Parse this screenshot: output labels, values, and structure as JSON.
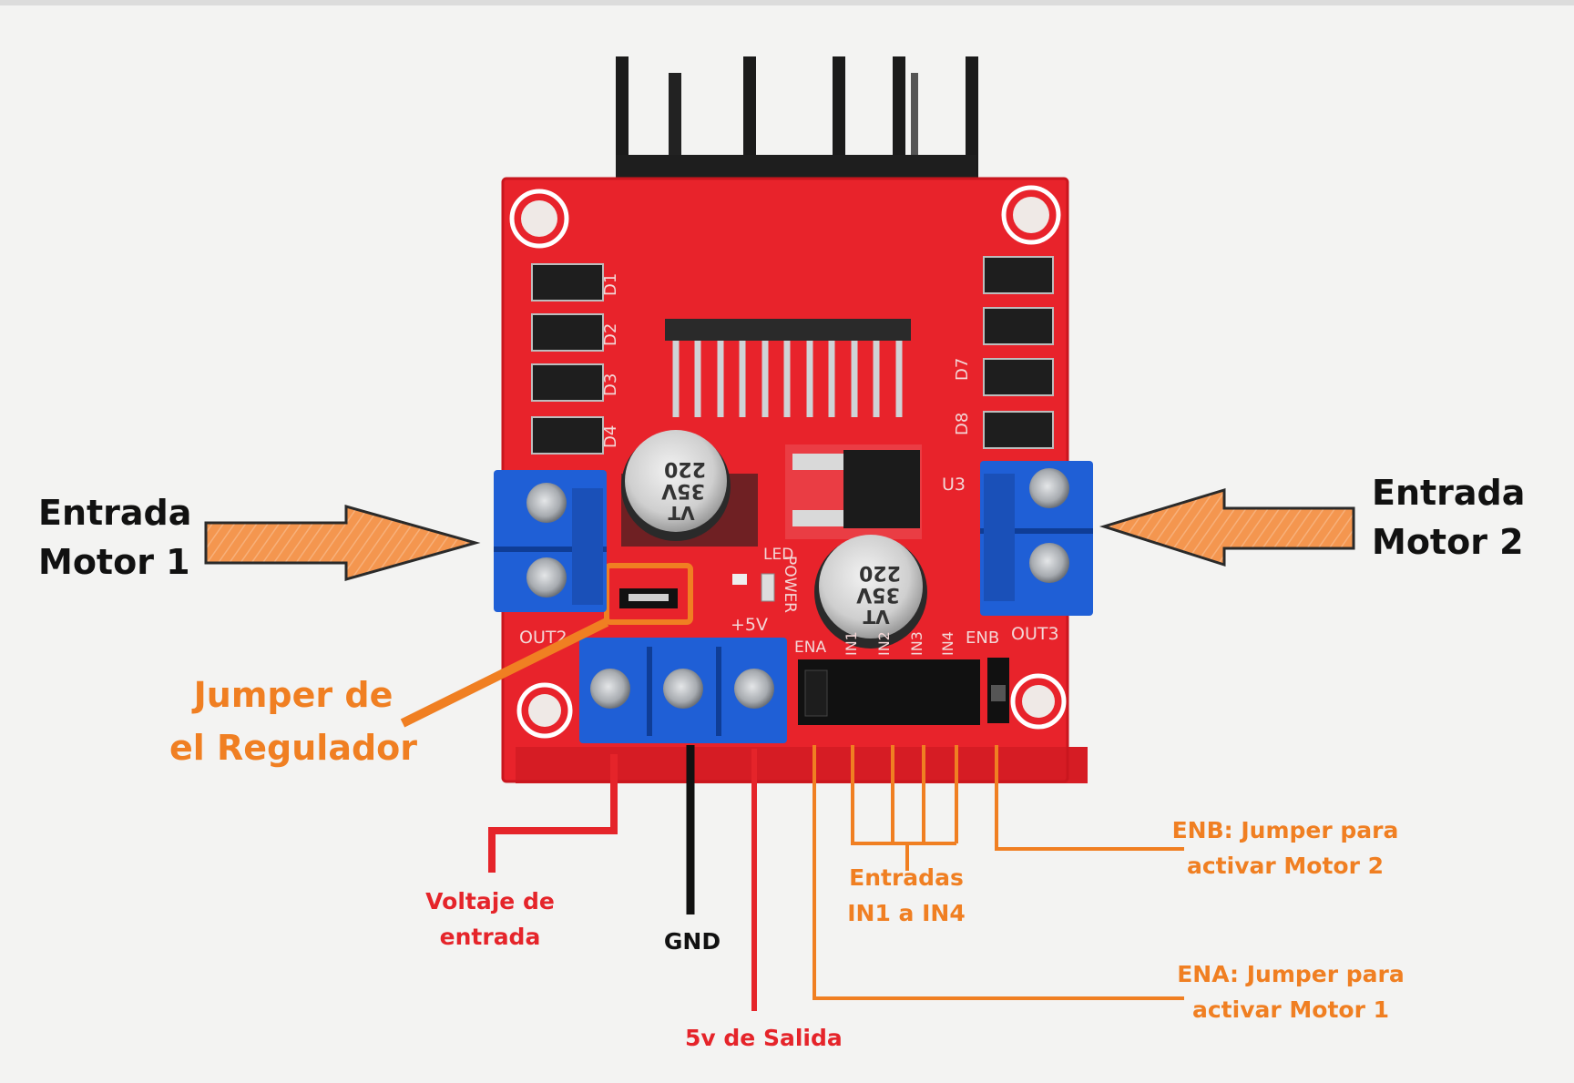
{
  "labels": {
    "motor1_line1": "Entrada",
    "motor1_line2": "Motor 1",
    "motor2_line1": "Entrada",
    "motor2_line2": "Motor 2",
    "jumper_line1": "Jumper de",
    "jumper_line2": "el Regulador",
    "vin_line1": "Voltaje de",
    "vin_line2": "entrada",
    "gnd": "GND",
    "out5v": "5v de Salida",
    "inputs_line1": "Entradas",
    "inputs_line2": "IN1 a IN4",
    "enb_line1": "ENB: Jumper para",
    "enb_line2": "activar Motor 2",
    "ena_line1": "ENA: Jumper para",
    "ena_line2": "activar Motor 1"
  },
  "silkscreen": {
    "d1": "D1",
    "d2": "D2",
    "d3": "D3",
    "d4": "D4",
    "d7": "D7",
    "d8": "D8",
    "u3": "U3",
    "led": "LED",
    "power": "POWER",
    "plus5v": "+5V",
    "out2": "OUT2",
    "out3": "OUT3",
    "ena": "ENA",
    "enb": "ENB",
    "in1": "IN1",
    "in2": "IN2",
    "in3": "IN3",
    "in4": "IN4",
    "cap_value": "220",
    "cap_voltage": "35V",
    "cap_brand": "VT"
  },
  "colors": {
    "board": "#e8232b",
    "board_dark": "#c9161e",
    "terminal": "#1f5fd6",
    "arrow": "#f4964f",
    "orange": "#f07f22",
    "red_wire": "#e5242a",
    "black_wire": "#111111"
  },
  "icons": {
    "left_arrow": "arrow-right-icon",
    "right_arrow": "arrow-left-icon"
  }
}
